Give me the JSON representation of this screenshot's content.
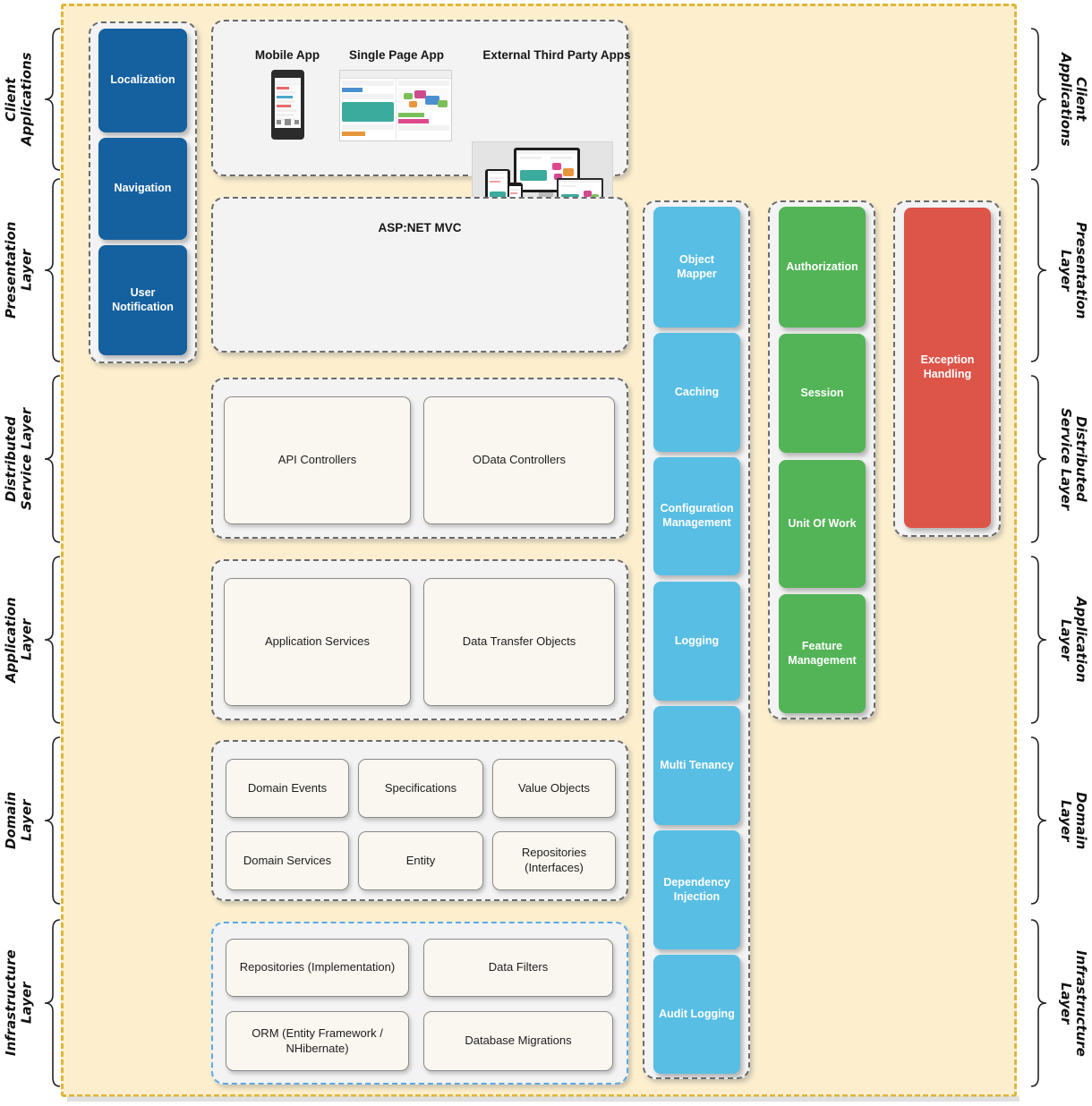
{
  "diagram": {
    "title": "Layered Application Architecture",
    "colors": {
      "canvas": "#ffffff",
      "outer_background": "#fdefcd",
      "outer_border": "#e0b53a",
      "group_background": "#f3f3f3",
      "group_border": "#6b6b6b",
      "infrastructure_group_border": "#5aa9e6",
      "dark_blue_tile": "#15609f",
      "light_blue_tile": "#58bee4",
      "green_tile": "#53b457",
      "red_tile": "#dd5449",
      "plain_tile": "#faf7f0"
    }
  },
  "left_labels": [
    {
      "text": "Client\nApplications"
    },
    {
      "text": "Presentation\nLayer"
    },
    {
      "text": "Distributed\nService Layer"
    },
    {
      "text": "Application\nLayer"
    },
    {
      "text": "Domain\nLayer"
    },
    {
      "text": "Infrastructure\nLayer"
    }
  ],
  "right_labels": [
    {
      "text": "Client\nApplications"
    },
    {
      "text": "Presentation\nLayer"
    },
    {
      "text": "Distributed\nService Layer"
    },
    {
      "text": "Application\nLayer"
    },
    {
      "text": "Domain\nLayer"
    },
    {
      "text": "Infrastructure\nLayer"
    }
  ],
  "presentation_sidebar": {
    "tiles": [
      {
        "label": "Localization"
      },
      {
        "label": "Navigation"
      },
      {
        "label": "User\nNotification"
      }
    ]
  },
  "client_applications": {
    "items": [
      {
        "label": "Mobile App",
        "icon": "mobile-phone-thumbnail"
      },
      {
        "label": "Single Page App",
        "icon": "dashboard-thumbnail"
      },
      {
        "label": "External Third Party Apps",
        "icon": "multi-device-thumbnail"
      }
    ]
  },
  "presentation_layer": {
    "title": "ASP:NET MVC",
    "thumbnail_icon": "dashboard-thumbnail"
  },
  "distributed_service_layer": {
    "tiles": [
      {
        "label": "API Controllers"
      },
      {
        "label": "OData Controllers"
      }
    ]
  },
  "application_layer": {
    "tiles": [
      {
        "label": "Application Services"
      },
      {
        "label": "Data Transfer Objects"
      }
    ]
  },
  "domain_layer": {
    "tiles": [
      {
        "label": "Domain Events"
      },
      {
        "label": "Specifications"
      },
      {
        "label": "Value Objects"
      },
      {
        "label": "Domain Services"
      },
      {
        "label": "Entity"
      },
      {
        "label": "Repositories\n(Interfaces)"
      }
    ]
  },
  "infrastructure_layer": {
    "tiles": [
      {
        "label": "Repositories (Implementation)"
      },
      {
        "label": "Data Filters"
      },
      {
        "label": "ORM (Entity Framework /\nNHibernate)"
      },
      {
        "label": "Database Migrations"
      }
    ]
  },
  "cross_cutting_blue": {
    "tiles": [
      {
        "label": "Object Mapper"
      },
      {
        "label": "Caching"
      },
      {
        "label": "Configuration\nManagement"
      },
      {
        "label": "Logging"
      },
      {
        "label": "Multi Tenancy"
      },
      {
        "label": "Dependency\nInjection"
      },
      {
        "label": "Audit Logging"
      }
    ]
  },
  "cross_cutting_green": {
    "tiles": [
      {
        "label": "Authorization"
      },
      {
        "label": "Session"
      },
      {
        "label": "Unit Of Work"
      },
      {
        "label": "Feature\nManagement"
      }
    ]
  },
  "cross_cutting_red": {
    "tiles": [
      {
        "label": "Exception\nHandling"
      }
    ]
  }
}
